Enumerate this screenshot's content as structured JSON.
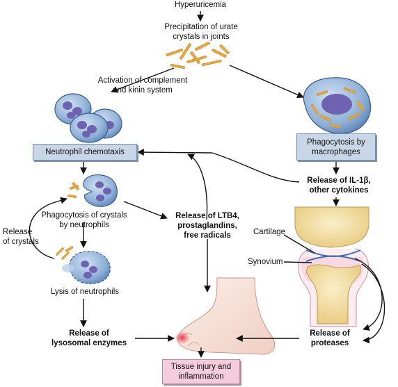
{
  "labels": {
    "hyperuricemia": "Hyperuricemia",
    "precipitation_l1": "Precipitation of urate",
    "precipitation_l2": "crystals in joints",
    "activation_l1": "Activation of complement",
    "activation_l2": "and kinin system",
    "neutrophil_chemotaxis": "Neutrophil chemotaxis",
    "phago_macro_l1": "Phagocytosis by",
    "phago_macro_l2": "macrophages",
    "il1_l1": "Release of IL-1β,",
    "il1_l2": "other cytokines",
    "phago_neut_l1": "Phagocytosis of crystals",
    "phago_neut_l2": "by neutrophils",
    "ltb4_l1": "Release of LTB4,",
    "ltb4_l2": "prostaglandins,",
    "ltb4_l3": "free radicals",
    "release_crystals_l1": "Release",
    "release_crystals_l2": "of crystals",
    "cartilage": "Cartilage",
    "synovium": "Synovium",
    "lysis": "Lysis of neutrophils",
    "lysosomal_l1": "Release of",
    "lysosomal_l2": "lysosomal enzymes",
    "proteases_l1": "Release of",
    "proteases_l2": "proteases",
    "tissue_l1": "Tissue injury and",
    "tissue_l2": "inflammation"
  },
  "colors": {
    "cell_fill": "#8fb0d6",
    "cell_edge": "#3a5f93",
    "nucleus": "#6f62b0",
    "crystal": "#e8a83a",
    "bone": "#f3e0a8",
    "skin": "#f8e2d8",
    "inflammation": "#e8334a",
    "arrow": "#111111"
  }
}
